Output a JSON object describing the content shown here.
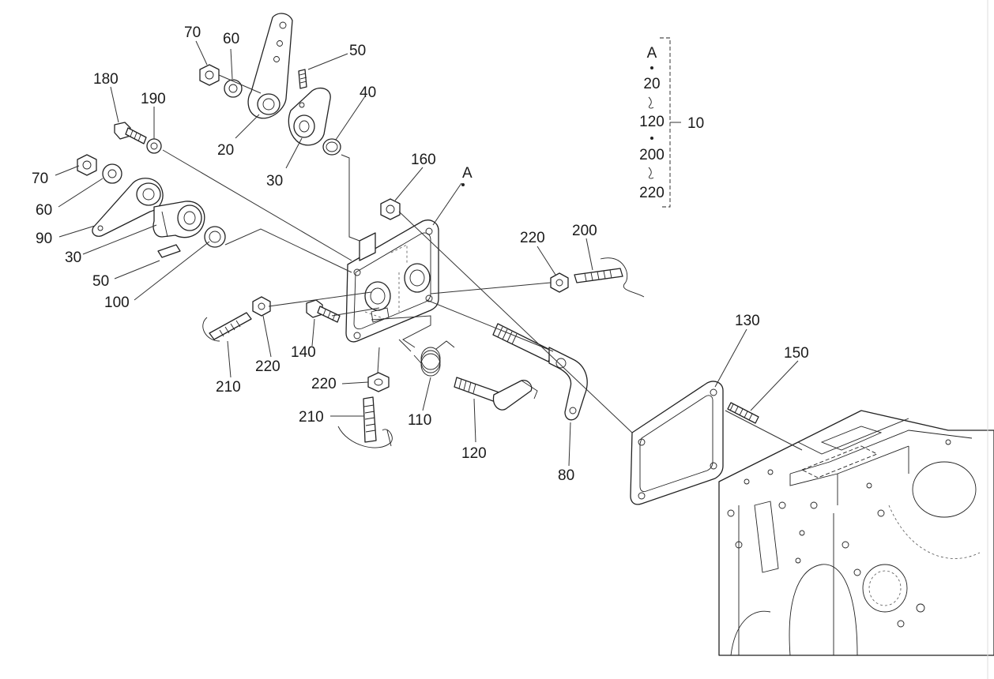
{
  "callouts": {
    "c70a": "70",
    "c60a": "60",
    "c50a": "50",
    "c40": "40",
    "c20": "20",
    "c30a": "30",
    "c180": "180",
    "c190": "190",
    "c70b": "70",
    "c60b": "60",
    "c90": "90",
    "c30b": "30",
    "c50b": "50",
    "c100": "100",
    "c160": "160",
    "cA": "A",
    "c220a": "220",
    "c200": "200",
    "c210a": "210",
    "c220b": "220",
    "c140": "140",
    "c220c": "220",
    "c210b": "210",
    "c110": "110",
    "c120": "120",
    "c80": "80",
    "c130": "130",
    "c150": "150"
  },
  "legend": {
    "items": [
      "A",
      "20",
      "120",
      "200",
      "220"
    ],
    "group_label": "10"
  }
}
